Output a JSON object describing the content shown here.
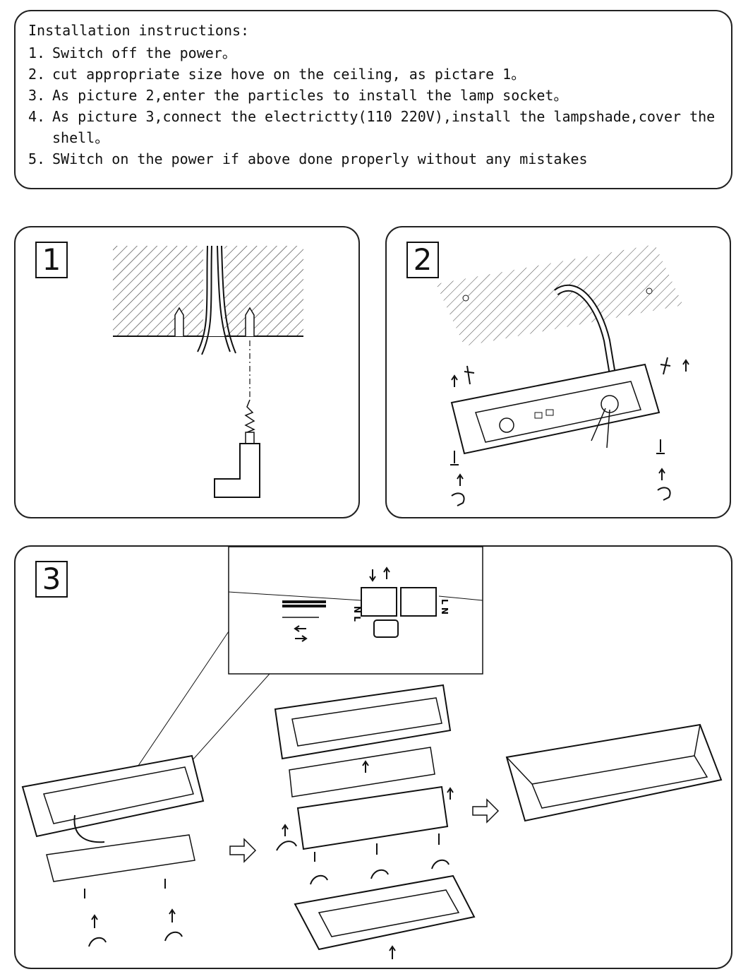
{
  "instructions": {
    "title": "Installation instructions:",
    "steps": [
      {
        "num": "1.",
        "text": "Switch off the power。"
      },
      {
        "num": "2.",
        "text": "cut appropriate size hove on the ceiling, as pictare 1。"
      },
      {
        "num": "3.",
        "text": "As picture 2,enter the particles to install the lamp socket。"
      },
      {
        "num": "4.",
        "text": "As picture 3,connect the electrictty(110 220V),install the lampshade,cover the\nshell。"
      },
      {
        "num": "5.",
        "text": "SWitch on the power if above done properly without any mistakes"
      }
    ]
  },
  "figures": {
    "fig1": {
      "number": "1"
    },
    "fig2": {
      "number": "2"
    },
    "fig3": {
      "number": "3",
      "wire_labels": {
        "left": "N L",
        "right": "L N"
      }
    }
  }
}
